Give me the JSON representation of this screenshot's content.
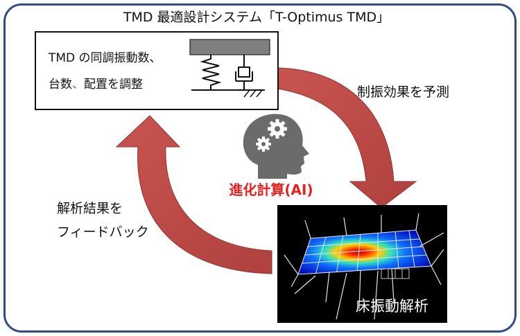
{
  "title": "TMD 最適設計システム「T-Optimus TMD」",
  "param_box": {
    "line1": "TMD の同調振動数、",
    "line2_a": "台数",
    "line2_sep": "、",
    "line2_b": "配置を調整"
  },
  "labels": {
    "predict": "制振効果を予測",
    "feedback_line1": "解析結果を",
    "feedback_line2": "フィードバック",
    "ai": "進化計算(AI)",
    "analysis": "床振動解析"
  },
  "icons": {
    "tmd_schematic": "tmd-spring-damper-icon",
    "head": "ai-head-gears-icon",
    "heatmap": "floor-vibration-heatmap"
  },
  "colors": {
    "frame_border": "#2f4a84",
    "arrow_red": "#c0504d",
    "ai_text": "#e8201d",
    "head_gray": "#6b6b6b",
    "comma_green": "#2e9a3c"
  }
}
